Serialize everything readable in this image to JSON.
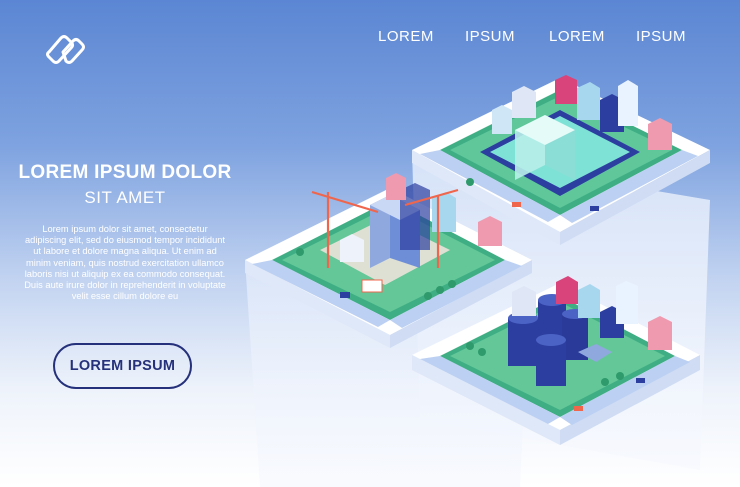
{
  "nav": {
    "items": [
      "LOREM",
      "IPSUM",
      "LOREM",
      "IPSUM"
    ]
  },
  "hero": {
    "title_line1": "LOREM IPSUM DOLOR",
    "title_line2": "SIT AMET",
    "body": "Lorem ipsum dolor sit amet, consectetur adipiscing elit, sed do eiusmod tempor incididunt ut labore et dolore magna aliqua. Ut enim ad minim veniam, quis nostrud exercitation ullamco laboris nisi ut aliquip ex ea commodo consequat. Duis aute irure dolor in reprehenderit in voluptate velit esse cillum dolore eu",
    "cta_label": "LOREM IPSUM"
  },
  "icons": {
    "logo": "rounded-link-logo-icon"
  },
  "colors": {
    "accent": "#25317a",
    "background_top": "#5b86d3",
    "building_blue": "#2c3fa0",
    "crane": "#f0664c",
    "platform": "#ffffff",
    "road": "#bcd0f3"
  }
}
